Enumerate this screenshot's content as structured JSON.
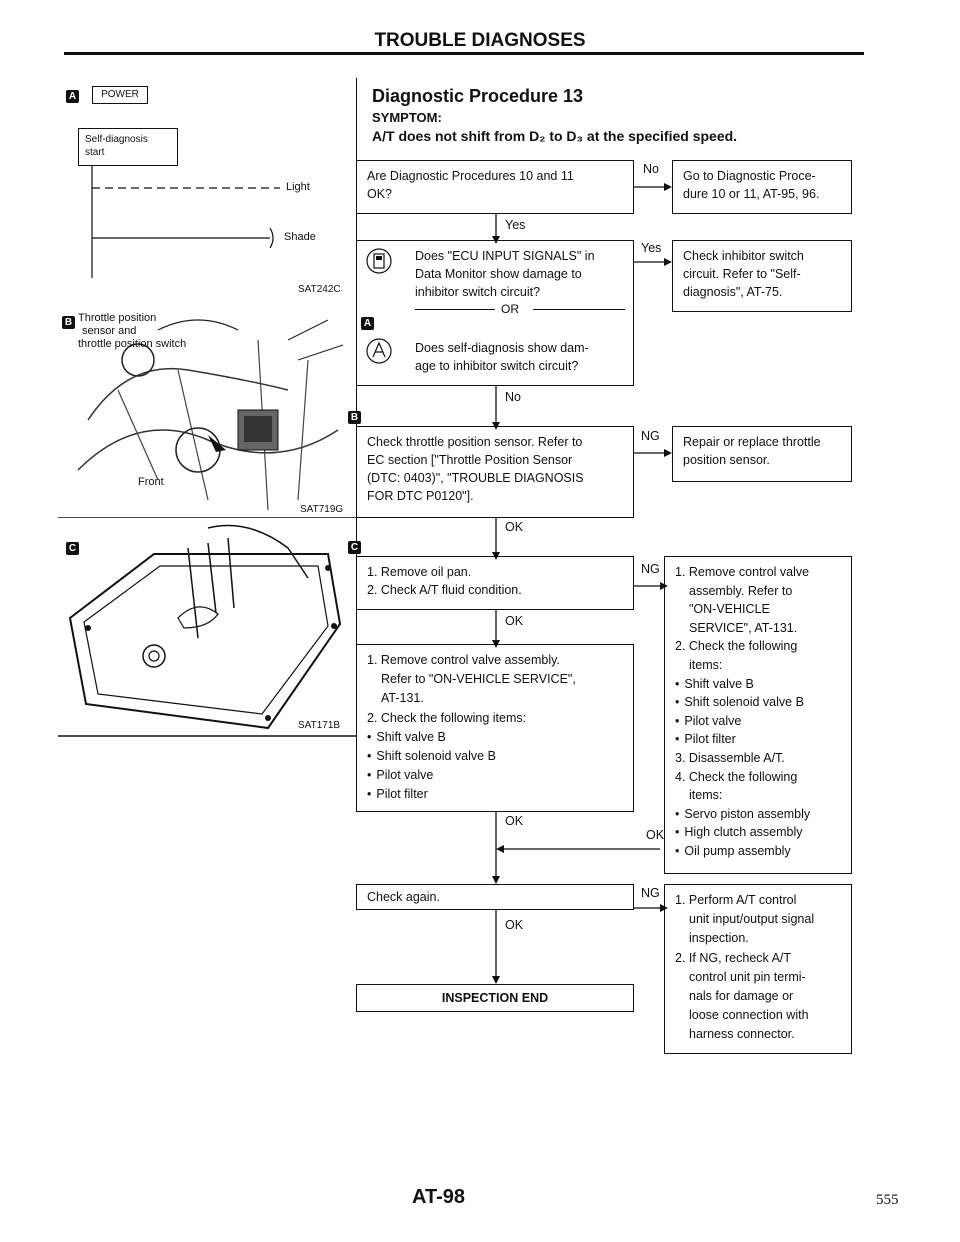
{
  "header": "TROUBLE DIAGNOSES",
  "title": "Diagnostic Procedure 13",
  "symptom_label": "SYMPTOM:",
  "symptom": "A/T does not shift from D₂ to D₃ at the specified speed.",
  "fig_a": {
    "tag": "A",
    "power": "POWER",
    "self_diag_1": "Self-diagnosis",
    "self_diag_2": "start",
    "light": "Light",
    "shade": "Shade",
    "code": "SAT242C"
  },
  "fig_b": {
    "tag": "B",
    "label_1": "Throttle position",
    "label_2": "sensor and",
    "label_3": "throttle position switch",
    "front": "Front",
    "code": "SAT719G"
  },
  "fig_c": {
    "tag": "C",
    "code": "SAT171B"
  },
  "flow": {
    "q1": [
      "Are Diagnostic Procedures 10 and 11",
      "OK?"
    ],
    "q1_no": "No",
    "q1_no_box": [
      "Go to Diagnostic Proce-",
      "dure 10 or 11, AT-95, 96."
    ],
    "q1_yes": "Yes",
    "q2a": [
      "Does \"ECU INPUT SIGNALS\" in",
      "Data Monitor show damage to",
      "inhibitor switch circuit?"
    ],
    "or": "OR",
    "tag_a": "A",
    "q2b": [
      "Does self-diagnosis show dam-",
      "age to inhibitor switch circuit?"
    ],
    "q2_yes": "Yes",
    "q2_yes_box": [
      "Check inhibitor switch",
      "circuit. Refer to \"Self-",
      "diagnosis\", AT-75."
    ],
    "q2_no": "No",
    "tag_b": "B",
    "q3": [
      "Check throttle position sensor. Refer to",
      "EC section [\"Throttle Position Sensor",
      "(DTC: 0403)\", \"TROUBLE DIAGNOSIS",
      "FOR DTC P0120\"]."
    ],
    "q3_ng": "NG",
    "q3_ng_box": [
      "Repair or replace throttle",
      "position sensor."
    ],
    "q3_ok": "OK",
    "tag_c": "C",
    "q4": [
      "1. Remove oil pan.",
      "2. Check A/T fluid condition."
    ],
    "q4_ng": "NG",
    "q4_ok": "OK",
    "q5": [
      "1. Remove control valve assembly.",
      "Refer to \"ON-VEHICLE SERVICE\",",
      "AT-131.",
      "2. Check the following items:",
      "Shift valve B",
      "Shift solenoid valve B",
      "Pilot valve",
      "Pilot filter"
    ],
    "q5_ok": "OK",
    "big": [
      "1. Remove control valve",
      "assembly. Refer to",
      "\"ON-VEHICLE",
      "SERVICE\", AT-131.",
      "2. Check the following",
      "items:",
      "Shift valve B",
      "Shift solenoid valve B",
      "Pilot valve",
      "Pilot filter",
      "3. Disassemble A/T.",
      "4. Check the following",
      "items:",
      "Servo piston assembly",
      "High clutch assembly",
      "Oil pump assembly"
    ],
    "big_ok": "OK",
    "q6": "Check again.",
    "q6_ng": "NG",
    "q6_ok": "OK",
    "q6_ng_box": [
      "1. Perform A/T control",
      "unit input/output signal",
      "inspection.",
      "2. If NG, recheck A/T",
      "control unit pin termi-",
      "nals for damage or",
      "loose connection with",
      "harness connector."
    ],
    "end": "INSPECTION END"
  },
  "footer": {
    "page": "AT-98",
    "number": "555"
  }
}
